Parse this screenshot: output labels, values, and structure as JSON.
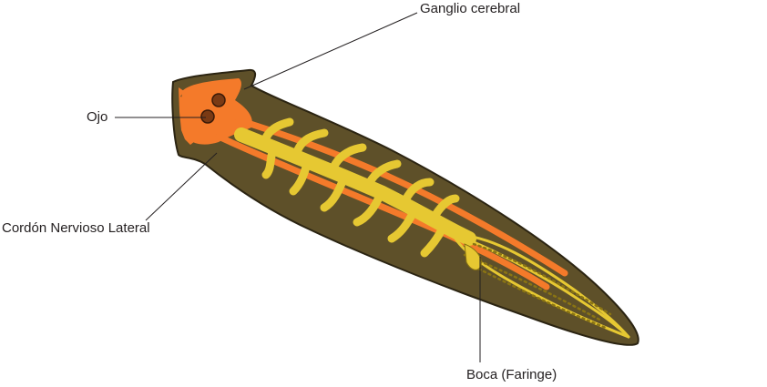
{
  "diagram": {
    "labels": {
      "ganglio_cerebral": "Ganglio cerebral",
      "ojo": "Ojo",
      "cordon_nervioso_lateral": "Cordón Nervioso Lateral",
      "boca_faringe": "Boca (Faringe)"
    },
    "colors": {
      "body": "#5e5029",
      "body_outline": "#2b2412",
      "nerve_orange": "#f47a2a",
      "gut_yellow": "#e6c832",
      "gut_outline": "#8a7413",
      "eye": "#7a3a14",
      "leader_line": "#231f20"
    }
  }
}
